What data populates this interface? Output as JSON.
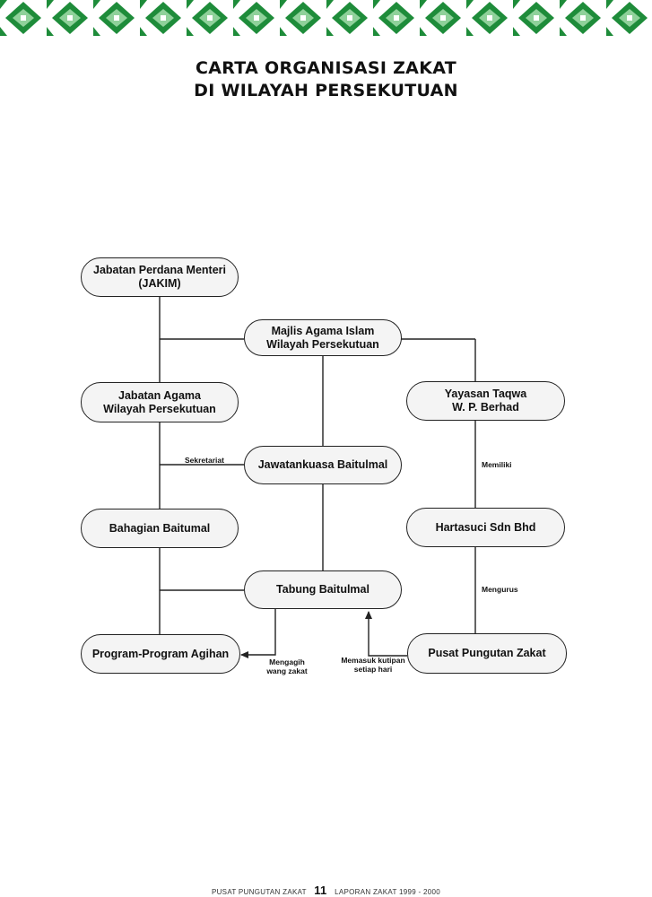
{
  "title": {
    "line1": "CARTA ORGANISASI ZAKAT",
    "line2": "DI WILAYAH PERSEKUTUAN"
  },
  "nodes": {
    "jakim": {
      "line1": "Jabatan Perdana Menteri",
      "line2": "(JAKIM)"
    },
    "maiwp": {
      "line1": "Majlis Agama Islam",
      "line2": "Wilayah Persekutuan"
    },
    "jawi": {
      "line1": "Jabatan Agama",
      "line2": "Wilayah Persekutuan"
    },
    "yayasan": {
      "line1": "Yayasan Taqwa",
      "line2": "W. P. Berhad"
    },
    "jawatankuasa": {
      "line1": "Jawatankuasa Baitulmal"
    },
    "bahagian": {
      "line1": "Bahagian Baitumal"
    },
    "hartasuci": {
      "line1": "Hartasuci Sdn Bhd"
    },
    "tabung": {
      "line1": "Tabung Baitulmal"
    },
    "program": {
      "line1": "Program-Program Agihan"
    },
    "ppz": {
      "line1": "Pusat Pungutan Zakat"
    }
  },
  "edge_labels": {
    "sekretariat": "Sekretariat",
    "memiliki": "Memiliki",
    "mengurus": "Mengurus",
    "mengagih_1": "Mengagih",
    "mengagih_2": "wang zakat",
    "memasuk_1": "Memasuk kutipan",
    "memasuk_2": "setiap hari"
  },
  "footer": {
    "left": "PUSAT PUNGUTAN ZAKAT",
    "page": "11",
    "right": "LAPORAN ZAKAT 1999 - 2000"
  },
  "colors": {
    "band_dark": "#1e8c3a",
    "band_light": "#8fd19a",
    "line": "#222222",
    "node_fill": "#f4f4f4"
  }
}
